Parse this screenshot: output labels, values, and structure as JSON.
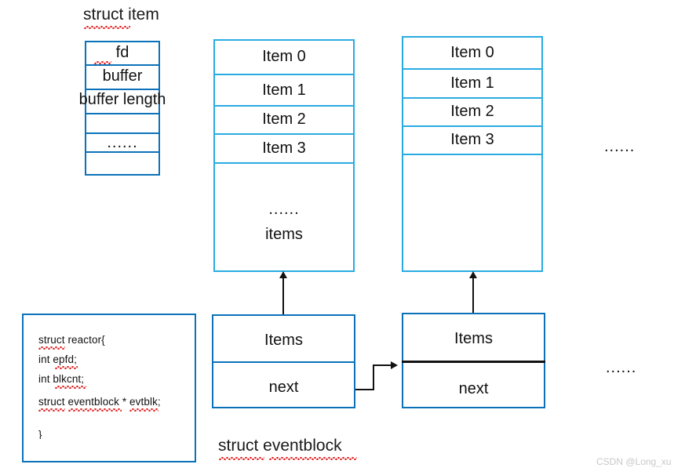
{
  "diagram": {
    "title_struct_item": "struct item",
    "title_struct_eventblock": "struct eventblock",
    "watermark": "CSDN @Long_xu",
    "colors": {
      "array_border": "#29abe2",
      "struct_border": "#0b72b9",
      "connector": "#111111",
      "spellcheck_underline": "#e02020",
      "watermark_text": "#c8c8c8"
    },
    "struct_item": {
      "label": "struct item",
      "fields": [
        "fd",
        "buffer",
        "buffer length",
        "",
        "......",
        ""
      ]
    },
    "items_arrays": [
      {
        "name": "items-array-1",
        "rows": [
          "Item 0",
          "Item 1",
          "Item 2",
          "Item 3",
          ""
        ],
        "tail_dots": "......",
        "tail_label": "items"
      },
      {
        "name": "items-array-2",
        "rows": [
          "Item 0",
          "Item 1",
          "Item 2",
          "Item 3",
          ""
        ],
        "tail_dots": "",
        "tail_label": ""
      }
    ],
    "event_blocks": [
      {
        "name": "eventblock-1",
        "rows": [
          "Items",
          "next"
        ]
      },
      {
        "name": "eventblock-2",
        "rows": [
          "Items",
          "next"
        ]
      }
    ],
    "code_block": {
      "lines": [
        "struct reactor{",
        "int epfd;",
        "int blkcnt;",
        "struct eventblock * evtblk;",
        "}"
      ]
    },
    "ellipsis_top": "......",
    "ellipsis_bottom": "......"
  }
}
